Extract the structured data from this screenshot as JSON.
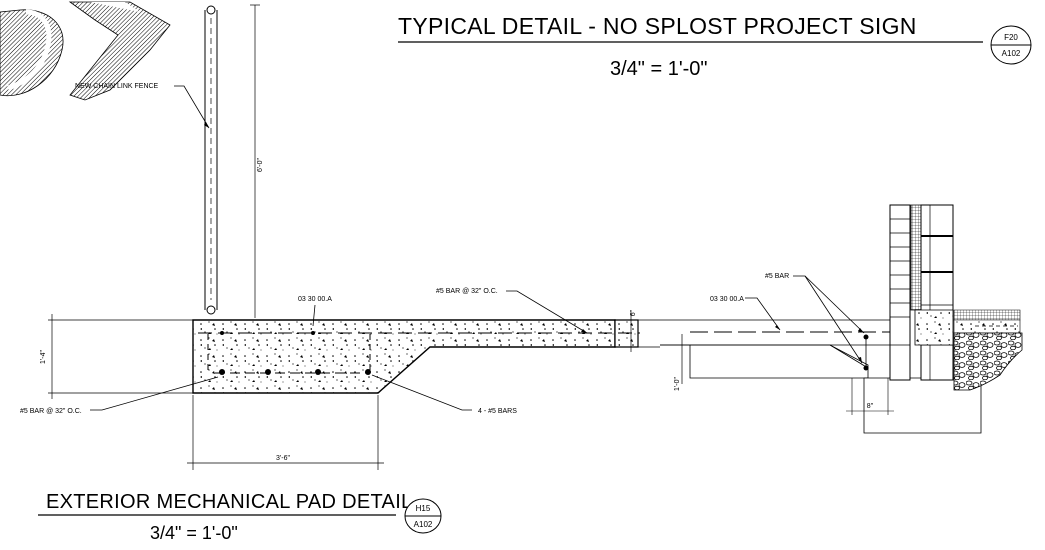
{
  "titles": {
    "sign_detail": "TYPICAL DETAIL - NO SPLOST PROJECT SIGN",
    "sign_scale": "3/4\" = 1'-0\"",
    "sign_ref_top": "F20",
    "sign_ref_bottom": "A102",
    "pad_detail": "EXTERIOR MECHANICAL PAD DETAIL",
    "pad_scale": "3/4\" = 1'-0\"",
    "pad_ref_top": "H15",
    "pad_ref_bottom": "A102"
  },
  "labels": {
    "new_fence": "NEW CHAIN LINK FENCE",
    "fence_height": "6'-0\"",
    "spec_left": "03 30 00.A",
    "bar_spacing_top": "#5 BAR @ 32\" O.C.",
    "slab_thickness": "6\"",
    "pad_height": "1'-4\"",
    "bar_spacing_bottom": "#5 BAR @ 32\" O.C.",
    "four_bars": "4 - #5 BARS",
    "pad_width": "3'-6\"",
    "bar_label_right": "#5 BAR",
    "spec_right": "03 30 00.A",
    "depth_right": "1'-0\"",
    "width_right": "8\""
  },
  "colors": {
    "ink": "#000000",
    "paper": "#ffffff"
  }
}
